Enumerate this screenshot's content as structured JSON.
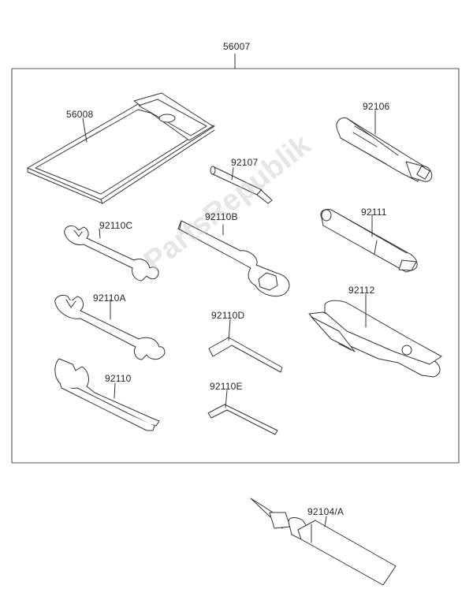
{
  "assembly_label": "56007",
  "parts": [
    {
      "id": "case",
      "label": "56008"
    },
    {
      "id": "screwdriver-handle",
      "label": "92106"
    },
    {
      "id": "screwdriver-bit",
      "label": "92107"
    },
    {
      "id": "ring-wrench",
      "label": "92110B"
    },
    {
      "id": "wrench-small",
      "label": "92110C"
    },
    {
      "id": "extension-bar",
      "label": "92111"
    },
    {
      "id": "wrench-large",
      "label": "92110A"
    },
    {
      "id": "pliers",
      "label": "92112"
    },
    {
      "id": "hex-key-large",
      "label": "92110D"
    },
    {
      "id": "spanner-hook",
      "label": "92110"
    },
    {
      "id": "hex-key-small",
      "label": "92110E"
    },
    {
      "id": "grease-tube",
      "label": "92104/A"
    }
  ],
  "watermark": "PartsRepublik",
  "colors": {
    "line": "#333333",
    "frame": "#555555",
    "watermark": "#cccccc"
  }
}
